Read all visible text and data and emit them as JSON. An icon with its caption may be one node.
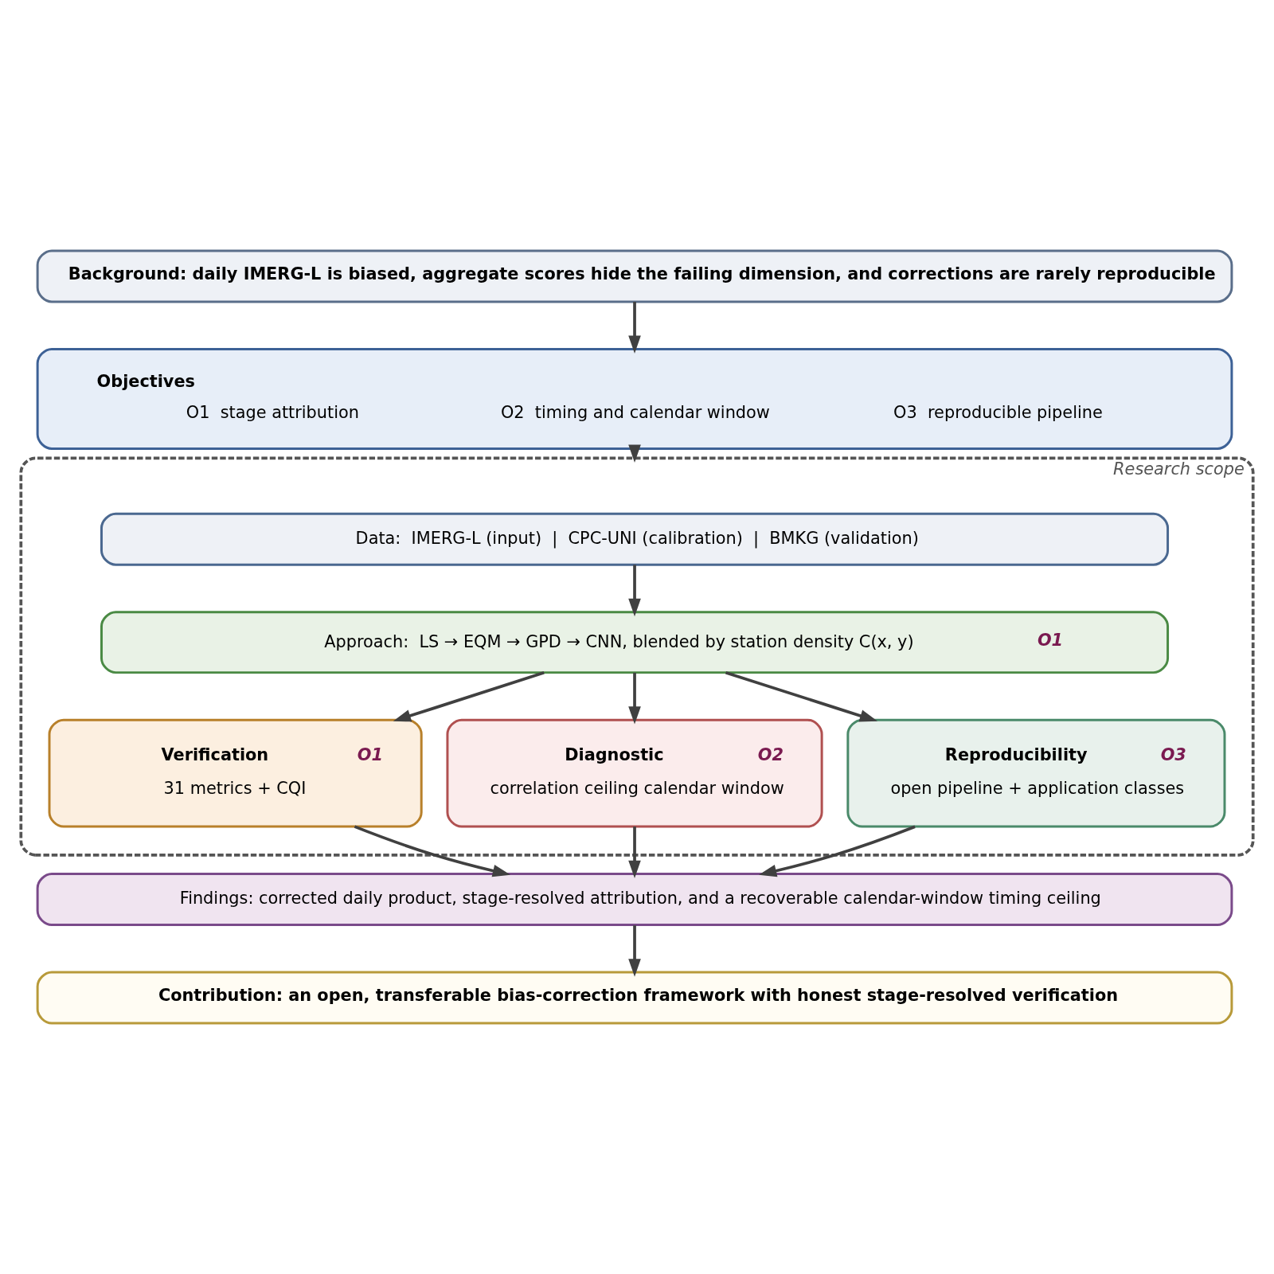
{
  "diagram": {
    "nodes": [
      {
        "text": [
          "Background: daily IMERG-L is biased, aggregate scores hide the failing dimension, and corrections are rarely reproducible"
        ]
      },
      {
        "text": [
          "Objectives",
          "O1  stage attribution",
          "O2  timing and calendar window",
          "O3  reproducible pipeline"
        ]
      },
      {
        "text": [
          "Research scope"
        ]
      },
      {
        "text": [
          "Data:  IMERG-L (input)  |  CPC-UNI (calibration)  |  BMKG (validation)"
        ],
        "in": 2
      },
      {
        "text": [
          "Approach:  LS → EQM → GPD → CNN, blended by station density C(x, y)",
          "O1"
        ],
        "in": 2
      },
      {
        "text": [
          "Verification",
          "O1",
          "31 metrics + CQI"
        ],
        "in": 2
      },
      {
        "text": [
          "Diagnostic",
          "O2",
          "correlation ceiling calendar window"
        ],
        "in": 2
      },
      {
        "text": [
          "Reproducibility",
          "O3",
          "open pipeline + application classes"
        ],
        "in": 2
      },
      {
        "text": [
          "Findings: corrected daily product, stage-resolved attribution, and a recoverable calendar-window timing ceiling"
        ]
      },
      {
        "text": [
          "Contribution: an open, transferable bias-correction framework with honest stage-resolved verification"
        ]
      }
    ],
    "edges": [
      {
        "from": 0,
        "to": 1,
        "arrow": "to"
      },
      {
        "from": 1,
        "to": 2,
        "arrow": "to"
      },
      {
        "from": 3,
        "to": 4,
        "arrow": "to"
      },
      {
        "from": 4,
        "to": 5,
        "arrow": "to"
      },
      {
        "from": 4,
        "to": 6,
        "arrow": "to"
      },
      {
        "from": 4,
        "to": 7,
        "arrow": "to"
      },
      {
        "from": 5,
        "to": 8,
        "arrow": "to"
      },
      {
        "from": 6,
        "to": 8,
        "arrow": "to"
      },
      {
        "from": 7,
        "to": 8,
        "arrow": "to"
      },
      {
        "from": 8,
        "to": 9,
        "arrow": "to"
      }
    ]
  }
}
